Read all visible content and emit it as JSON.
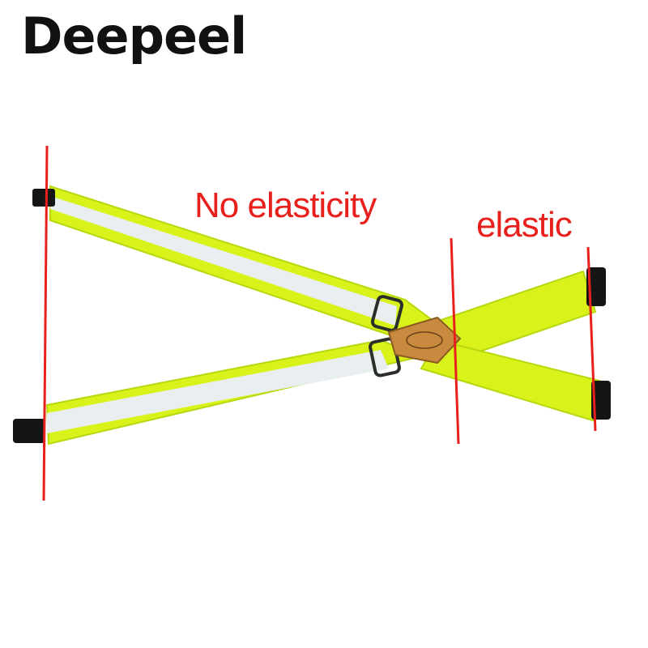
{
  "brand": {
    "name": "Deepeel"
  },
  "labels": {
    "non_elastic_section": "No elasticity",
    "elastic_section": "elastic"
  },
  "colors": {
    "strap": "#d8f21a",
    "strap_edge": "#b7d80e",
    "reflective": "#e9eef0",
    "marker": "#e8201c",
    "leather": "#c88a3e",
    "clip": "#151515",
    "brand_text": "#111111"
  }
}
